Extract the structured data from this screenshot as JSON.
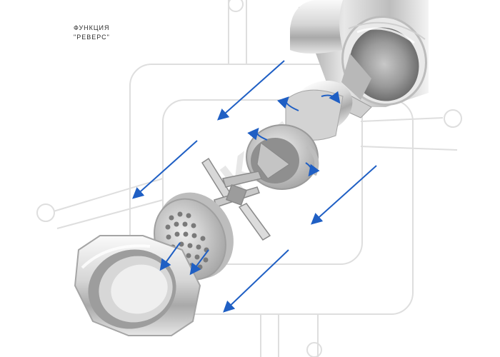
{
  "caption": {
    "line1": "ФУНКЦИЯ",
    "line2": "\"РЕВЕРС\""
  },
  "watermark": {
    "text": "KNIL",
    "color": "#e3e3e3"
  },
  "colors": {
    "arrow": "#1f5fc4",
    "metal_light": "#f2f2f2",
    "metal_mid": "#c9c9c9",
    "metal_dark": "#8e8e8e",
    "outline": "#d9d9d9"
  },
  "icons": [
    "motor-housing-icon",
    "auger-icon",
    "cross-blade-icon",
    "grinding-plate-icon",
    "ring-nut-icon",
    "flow-arrow-icon"
  ]
}
